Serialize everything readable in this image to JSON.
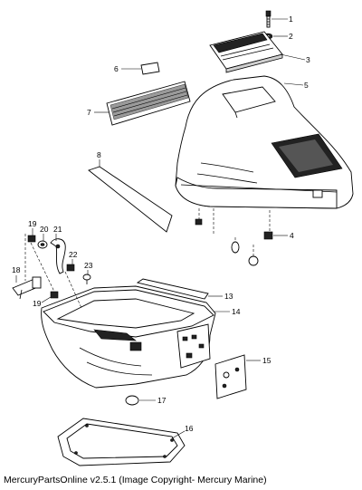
{
  "caption": "MercuryPartsOnline v2.5.1 (Image Copyright- Mercury Marine)",
  "callouts": [
    {
      "id": "c1",
      "label": "1"
    },
    {
      "id": "c2",
      "label": "2"
    },
    {
      "id": "c3",
      "label": "3"
    },
    {
      "id": "c4",
      "label": "4"
    },
    {
      "id": "c5",
      "label": "5"
    },
    {
      "id": "c6",
      "label": "6"
    },
    {
      "id": "c7",
      "label": "7"
    },
    {
      "id": "c8",
      "label": "8"
    },
    {
      "id": "c13",
      "label": "13"
    },
    {
      "id": "c14",
      "label": "14"
    },
    {
      "id": "c15",
      "label": "15"
    },
    {
      "id": "c16",
      "label": "16"
    },
    {
      "id": "c17",
      "label": "17"
    },
    {
      "id": "c18",
      "label": "18"
    },
    {
      "id": "c19a",
      "label": "19"
    },
    {
      "id": "c19b",
      "label": "19"
    },
    {
      "id": "c20",
      "label": "20"
    },
    {
      "id": "c21",
      "label": "21"
    },
    {
      "id": "c22",
      "label": "22"
    },
    {
      "id": "c23",
      "label": "23"
    }
  ]
}
